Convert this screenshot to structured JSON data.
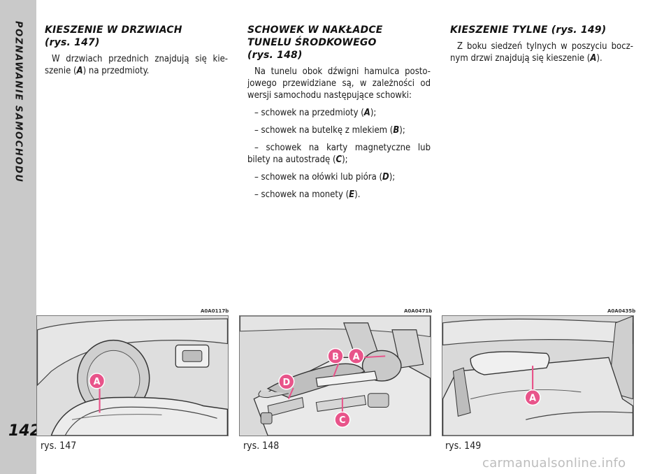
{
  "section": "POZNAWANIE SAMOCHODU",
  "page_number": "142",
  "col1": {
    "heading": "KIESZENIE W DRZWIACH",
    "heading_ref": "(rys. 147)",
    "text_a": "W drzwiach przednich znajdują się kie-szenie (",
    "key": "A",
    "text_b": ") na przedmioty."
  },
  "col2": {
    "heading_line1": "SCHOWEK W NAKŁADCE",
    "heading_line2": "TUNELU ŚRODKOWEGO",
    "heading_ref": "(rys. 148)",
    "intro": "Na tunelu obok dźwigni hamulca posto-jowego przewidziane są, w zależności od wersji samochodu następujące schowki:",
    "items": [
      {
        "text": "– schowek na przedmioty (",
        "key": "A",
        "end": ");"
      },
      {
        "text": "– schowek na butelkę z mlekiem (",
        "key": "B",
        "end": ");"
      },
      {
        "text": "– schowek na karty magnetyczne lub bilety na autostradę (",
        "key": "C",
        "end": ");"
      },
      {
        "text": "– schowek na ołówki lub pióra (",
        "key": "D",
        "end": ");"
      },
      {
        "text": "– schowek na monety (",
        "key": "E",
        "end": ")."
      }
    ]
  },
  "col3": {
    "heading": "KIESZENIE TYLNE",
    "heading_ref": "(rys. 149)",
    "text_a": "Z boku siedzeń tylnych w poszyciu bocz-nym drzwi znajdują się kieszenie (",
    "key": "A",
    "text_b": ")."
  },
  "figures": [
    {
      "code": "A0A0117b",
      "caption": "rys. 147",
      "labels": [
        "A"
      ]
    },
    {
      "code": "A0A0471b",
      "caption": "rys. 148",
      "labels": [
        "B",
        "A",
        "D",
        "C"
      ]
    },
    {
      "code": "A0A0435b",
      "caption": "rys. 149",
      "labels": [
        "A"
      ]
    }
  ],
  "watermark": "carmanualsonline.info",
  "colors": {
    "label_fill": "#e8548a",
    "strip": "#c9c9c9",
    "figure_bg": "#dcdcdc"
  }
}
